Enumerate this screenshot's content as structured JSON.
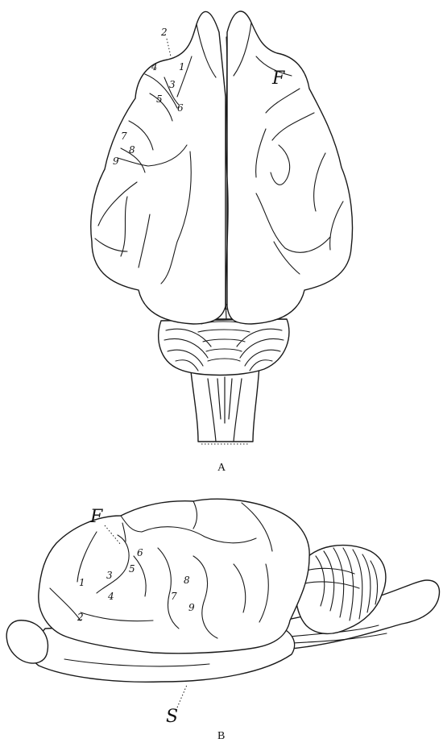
{
  "figure_a": {
    "caption": "A",
    "label_F": "F",
    "pointer_label": "2",
    "region_numbers": [
      "1",
      "3",
      "4",
      "5",
      "6",
      "7",
      "8",
      "9"
    ]
  },
  "figure_b": {
    "caption": "B",
    "label_F": "F",
    "label_S": "S",
    "region_numbers": [
      "1",
      "2",
      "3",
      "4",
      "5",
      "6",
      "7",
      "8",
      "9"
    ]
  }
}
